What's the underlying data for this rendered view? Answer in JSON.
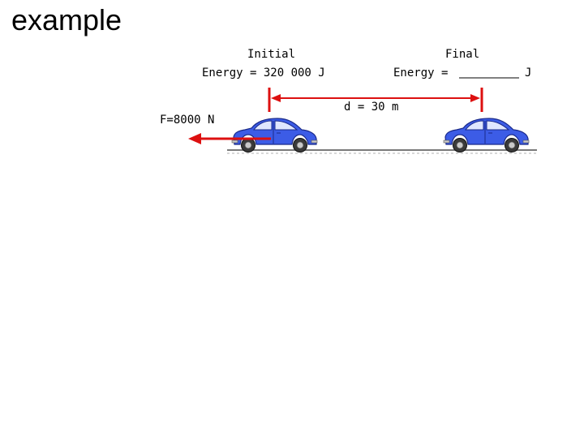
{
  "slide": {
    "title": "example"
  },
  "initial": {
    "heading": "Initial",
    "energy": "Energy = 320 000 J"
  },
  "final": {
    "heading": "Final",
    "energy_prefix": "Energy =",
    "energy_unit": "J"
  },
  "distance": {
    "label": "d = 30 m"
  },
  "force": {
    "label": "F=8000 N"
  },
  "colors": {
    "car_body": "#3c5ce6",
    "car_dark": "#1a2a8a",
    "window": "#dfe6ff",
    "tire": "#3a3a3a",
    "hubcap": "#c8c8c8",
    "arrow": "#dd1010",
    "ground": "#7a7a7a"
  },
  "icons": {
    "car": "car-icon",
    "force_arrow": "arrow-left-icon",
    "distance_arrow": "double-arrow-icon"
  }
}
